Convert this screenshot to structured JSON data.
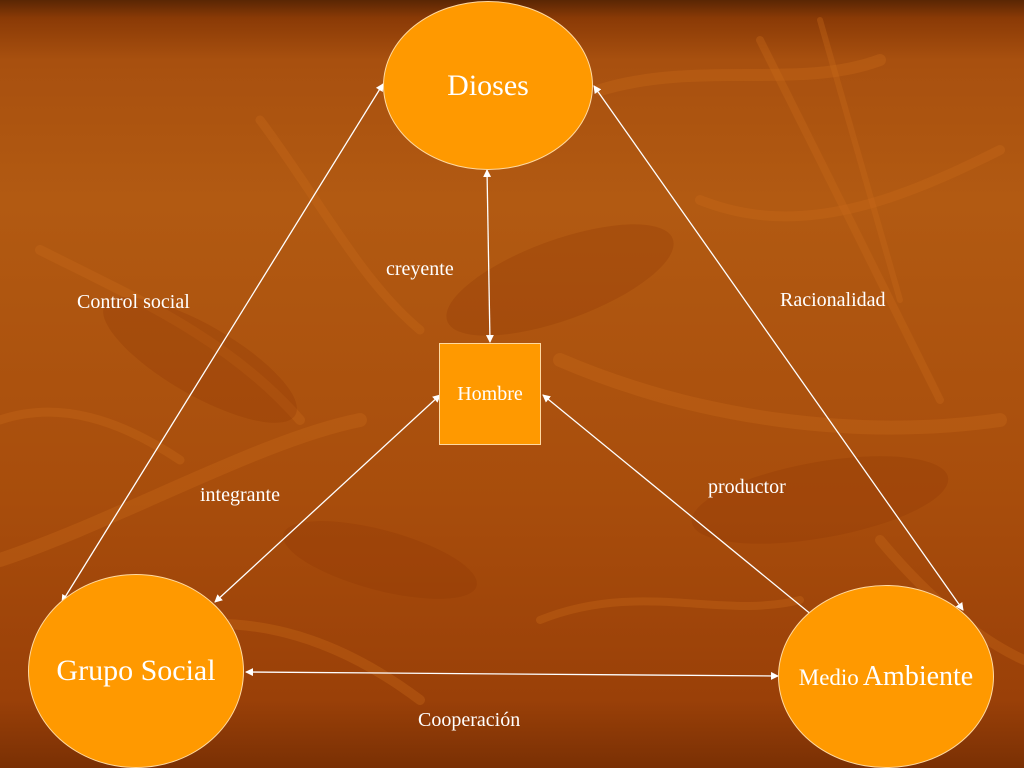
{
  "diagram": {
    "nodes": {
      "dioses": "Dioses",
      "hombre": "Hombre",
      "grupo_social": "Grupo Social",
      "medio_ambiente_small": "Medio",
      "medio_ambiente_large": "Ambiente"
    },
    "relations": {
      "control_social": "Control social",
      "racionalidad": "Racionalidad",
      "creyente": "creyente",
      "integrante": "integrante",
      "productor": "productor",
      "cooperacion": "Cooperación"
    },
    "colors": {
      "node_fill": "#ff9900",
      "background": "#a84d0c",
      "text": "#ffffff",
      "arrow": "#ffffff"
    }
  }
}
